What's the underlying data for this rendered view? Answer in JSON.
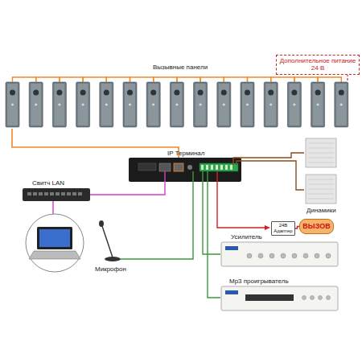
{
  "diagram": {
    "nodes": [
      {
        "text": [
          "Дополнительное питание 24 В"
        ]
      },
      {
        "text": [
          "24В Адаптер"
        ]
      },
      {
        "text": [
          "ВЫЗОВ"
        ]
      }
    ],
    "edges": [
      {
        "from": 1,
        "to": 2,
        "arrow": "none"
      }
    ],
    "labels": [
      "Вызывные панели",
      "IP Терминал",
      "Свитч LAN",
      "Микрофон",
      "Динамики",
      "Усилитель",
      "Mp3 проигрыватель"
    ]
  }
}
